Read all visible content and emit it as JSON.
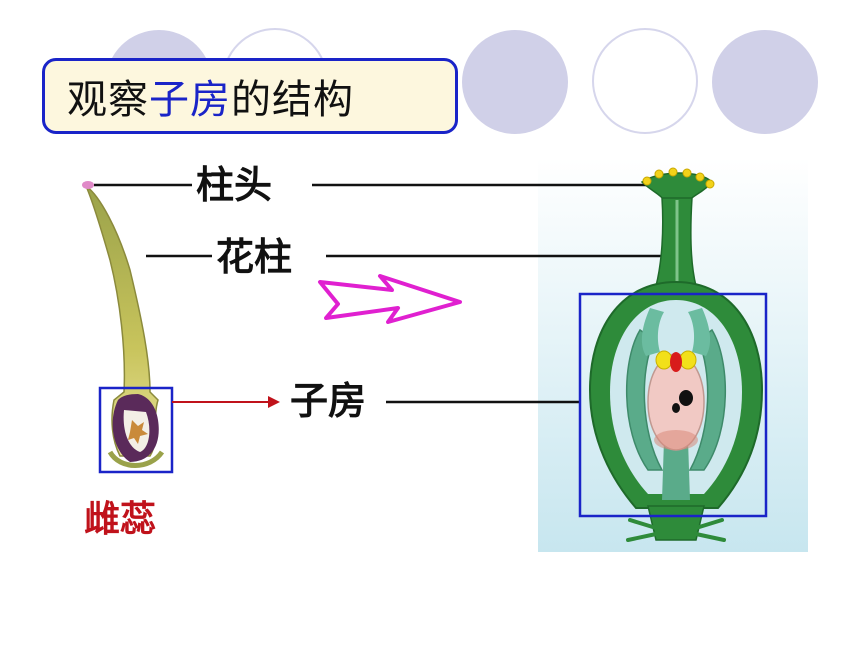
{
  "title": {
    "prefix": "观察",
    "highlight": "子房",
    "suffix": "的结构"
  },
  "labels": {
    "stigma": "柱头",
    "style": "花柱",
    "ovary": "子房",
    "pistil": "雌蕊"
  },
  "colors": {
    "title_border": "#1a24c8",
    "title_highlight": "#1a24c8",
    "title_bg": "#fdf7de",
    "pistil_label": "#c0121b",
    "pointer_arrow": "#c0121b",
    "box_outline": "#1a24c8",
    "ovary_green": "#2e8b3a",
    "arrow_magenta": "#e020d0"
  }
}
